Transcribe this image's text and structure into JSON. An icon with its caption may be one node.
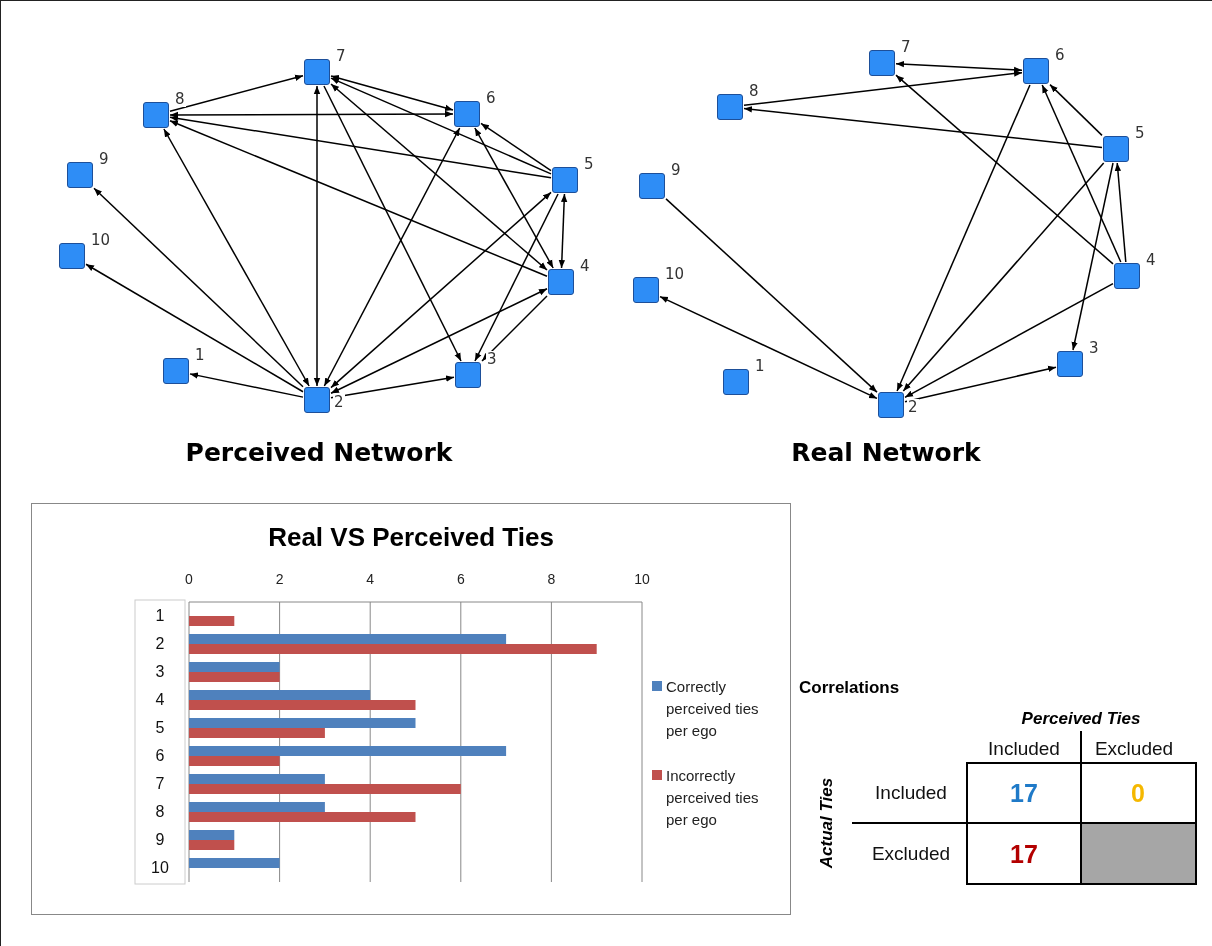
{
  "diagram": {
    "nodes": [
      {
        "text": [],
        "shape": "box",
        "beside": [
          "1"
        ]
      },
      {
        "text": [],
        "shape": "box",
        "beside": [
          "2"
        ]
      },
      {
        "text": [],
        "shape": "box",
        "beside": [
          "3"
        ]
      },
      {
        "text": [],
        "shape": "box",
        "beside": [
          "4"
        ]
      },
      {
        "text": [],
        "shape": "box",
        "beside": [
          "5"
        ]
      },
      {
        "text": [],
        "shape": "box",
        "beside": [
          "6"
        ]
      },
      {
        "text": [],
        "shape": "box",
        "beside": [
          "7"
        ]
      },
      {
        "text": [],
        "shape": "box",
        "beside": [
          "8"
        ]
      },
      {
        "text": [],
        "shape": "box",
        "beside": [
          "9"
        ]
      },
      {
        "text": [],
        "shape": "box",
        "beside": [
          "10"
        ]
      },
      {
        "text": [],
        "shape": "box",
        "beside": [
          "1"
        ]
      },
      {
        "text": [],
        "shape": "box",
        "beside": [
          "2"
        ]
      },
      {
        "text": [],
        "shape": "box",
        "beside": [
          "3"
        ]
      },
      {
        "text": [],
        "shape": "box",
        "beside": [
          "4"
        ]
      },
      {
        "text": [],
        "shape": "box",
        "beside": [
          "5"
        ]
      },
      {
        "text": [],
        "shape": "box",
        "beside": [
          "6"
        ]
      },
      {
        "text": [],
        "shape": "box",
        "beside": [
          "7"
        ]
      },
      {
        "text": [],
        "shape": "box",
        "beside": [
          "8"
        ]
      },
      {
        "text": [],
        "shape": "box",
        "beside": [
          "9"
        ]
      },
      {
        "text": [],
        "shape": "box",
        "beside": [
          "10"
        ]
      }
    ],
    "edges": [
      {
        "from": 7,
        "to": 6,
        "arrow": "to"
      },
      {
        "from": 6,
        "to": 5,
        "arrow": "both"
      },
      {
        "from": 7,
        "to": 5,
        "arrow": "both"
      },
      {
        "from": 4,
        "to": 7,
        "arrow": "to"
      },
      {
        "from": 3,
        "to": 7,
        "arrow": "to"
      },
      {
        "from": 6,
        "to": 1,
        "arrow": "both"
      },
      {
        "from": 1,
        "to": 7,
        "arrow": "both"
      },
      {
        "from": 1,
        "to": 8,
        "arrow": "to"
      },
      {
        "from": 1,
        "to": 9,
        "arrow": "to"
      },
      {
        "from": 1,
        "to": 0,
        "arrow": "to"
      },
      {
        "from": 1,
        "to": 2,
        "arrow": "to"
      },
      {
        "from": 6,
        "to": 2,
        "arrow": "to"
      },
      {
        "from": 4,
        "to": 6,
        "arrow": "to"
      },
      {
        "from": 3,
        "to": 6,
        "arrow": "both"
      },
      {
        "from": 4,
        "to": 5,
        "arrow": "to"
      },
      {
        "from": 5,
        "to": 3,
        "arrow": "both"
      },
      {
        "from": 4,
        "to": 3,
        "arrow": "both"
      },
      {
        "from": 5,
        "to": 1,
        "arrow": "both"
      },
      {
        "from": 1,
        "to": 4,
        "arrow": "both"
      },
      {
        "from": 1,
        "to": 3,
        "arrow": "both"
      },
      {
        "from": 4,
        "to": 2,
        "arrow": "to"
      },
      {
        "from": 3,
        "to": 2,
        "arrow": "to"
      },
      {
        "from": 16,
        "to": 15,
        "arrow": "both"
      },
      {
        "from": 17,
        "to": 15,
        "arrow": "to"
      },
      {
        "from": 14,
        "to": 17,
        "arrow": "to"
      },
      {
        "from": 13,
        "to": 16,
        "arrow": "to"
      },
      {
        "from": 14,
        "to": 15,
        "arrow": "to"
      },
      {
        "from": 13,
        "to": 15,
        "arrow": "to"
      },
      {
        "from": 13,
        "to": 14,
        "arrow": "to"
      },
      {
        "from": 15,
        "to": 11,
        "arrow": "to"
      },
      {
        "from": 14,
        "to": 11,
        "arrow": "to"
      },
      {
        "from": 13,
        "to": 11,
        "arrow": "to"
      },
      {
        "from": 18,
        "to": 11,
        "arrow": "to"
      },
      {
        "from": 11,
        "to": 19,
        "arrow": "both"
      },
      {
        "from": 11,
        "to": 12,
        "arrow": "to"
      },
      {
        "from": 14,
        "to": 12,
        "arrow": "to"
      }
    ],
    "labels": [
      "Perceived Network",
      "Real Network",
      "Correlations",
      "Perceived Ties",
      "Included",
      "Excluded",
      "Actual Ties",
      "Included",
      "17",
      "0",
      "Excluded",
      "17"
    ],
    "chart_data": {
      "type": "bar",
      "orientation": "horizontal",
      "title": "Real VS Perceived Ties",
      "categories": [
        "1",
        "2",
        "3",
        "4",
        "5",
        "6",
        "7",
        "8",
        "9",
        "10"
      ],
      "series": [
        {
          "name": "Correctly perceived ties per ego",
          "color": "#4f81bd",
          "values": [
            null,
            7,
            2,
            4,
            5,
            7,
            3,
            3,
            1,
            2
          ]
        },
        {
          "name": "Incorrectly perceived ties per ego",
          "color": "#c0504d",
          "values": [
            1,
            9,
            2,
            5,
            3,
            2,
            6,
            5,
            1,
            null
          ]
        }
      ],
      "xlim": [
        0,
        10
      ],
      "xticks": [
        0,
        2,
        4,
        6,
        8,
        10
      ],
      "grid": true,
      "legend": "right"
    }
  }
}
